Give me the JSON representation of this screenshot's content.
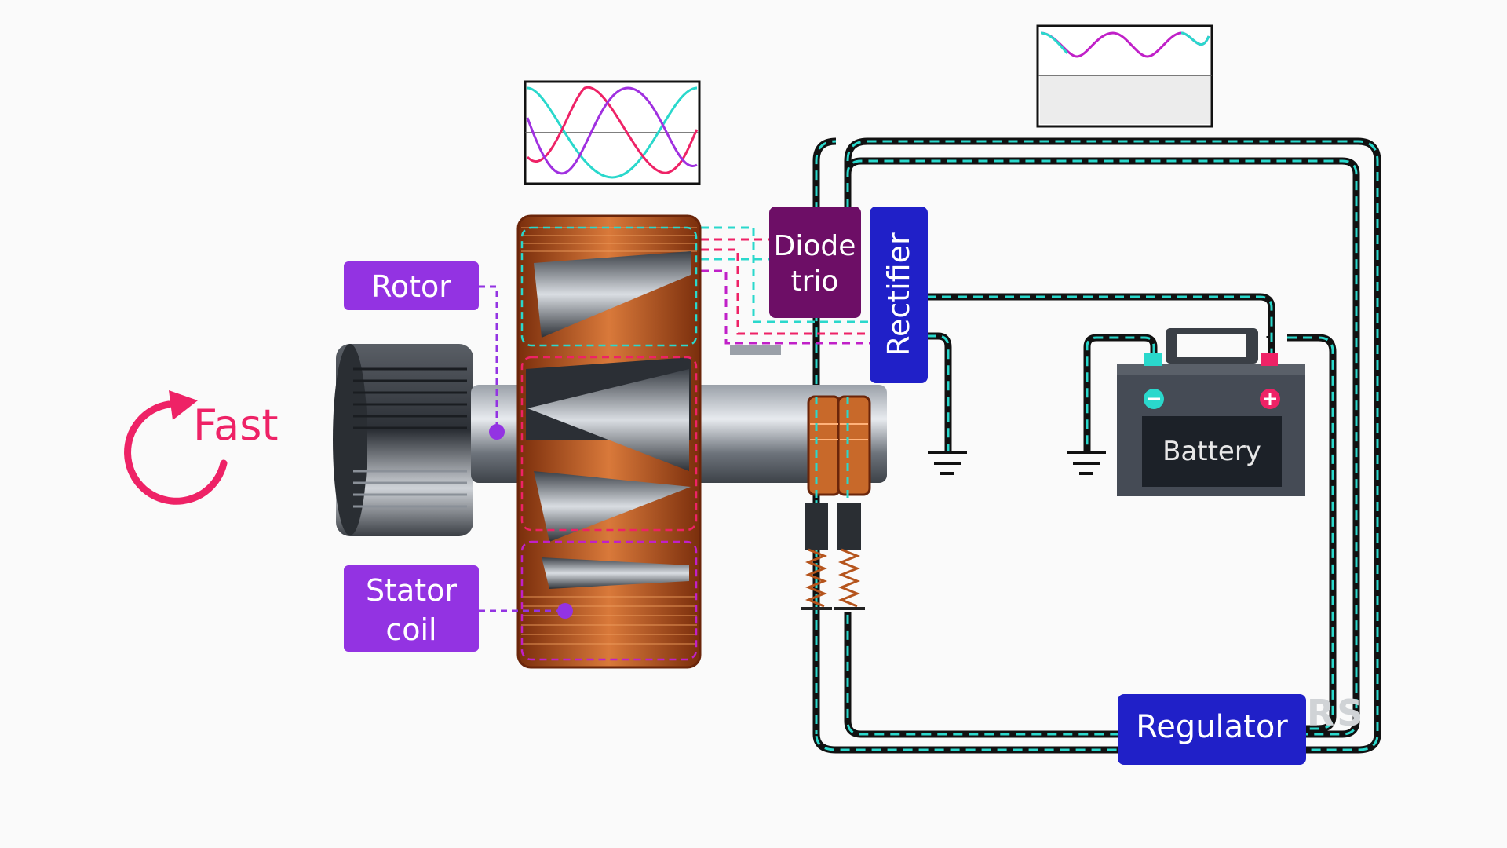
{
  "labels": {
    "rotor": "Rotor",
    "stator_line1": "Stator",
    "stator_line2": "coil",
    "diode_line1": "Diode",
    "diode_line2": "trio",
    "rectifier": "Rectifier",
    "battery": "Battery",
    "regulator": "Regulator",
    "speed": "Fast",
    "watermark": "REALPARS"
  },
  "colors": {
    "purple": "#9333e2",
    "diode": "#6d0e66",
    "blue": "#2020c8",
    "pink": "#ee2266",
    "cyan": "#2ad8cc",
    "magenta": "#c020c8",
    "copper": "#b5541c",
    "battery_body": "#454b55",
    "battery_face": "#1c2128"
  },
  "icons": {
    "rotation": "circular-arrow-icon",
    "ground": "ground-symbol-icon",
    "battery_minus": "minus-terminal-icon",
    "battery_plus": "plus-terminal-icon"
  }
}
